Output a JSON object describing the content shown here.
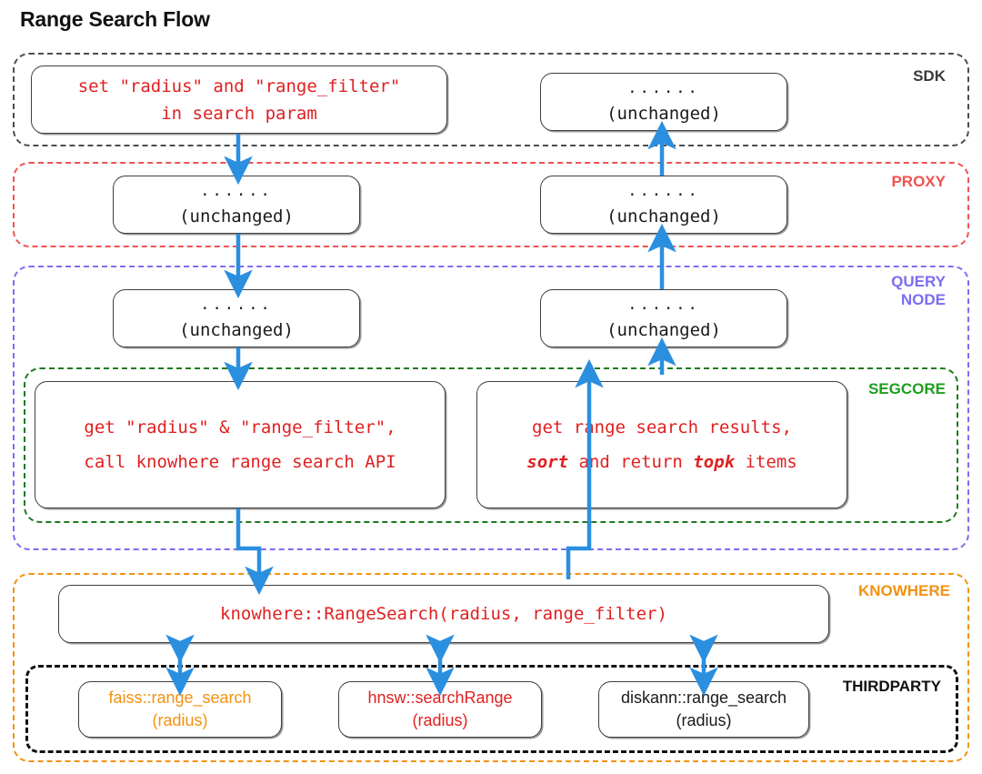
{
  "title": "Range Search Flow",
  "layers": [
    {
      "id": "sdk",
      "label": "SDK",
      "color": "#3a3a3a"
    },
    {
      "id": "proxy",
      "label": "PROXY",
      "color": "#ef5350"
    },
    {
      "id": "querynode",
      "label": "QUERY\nNODE",
      "color": "#7c6df2"
    },
    {
      "id": "segcore",
      "label": "SEGCORE",
      "color": "#1e9e1e"
    },
    {
      "id": "knowhere",
      "label": "KNOWHERE",
      "color": "#f29111"
    },
    {
      "id": "thirdparty",
      "label": "THIRDPARTY",
      "color": "#111111"
    }
  ],
  "nodes": {
    "sdk_left": {
      "line1": "set \"radius\" and \"range_filter\"",
      "line2": "in search param",
      "color": "#e02020"
    },
    "sdk_right": {
      "line1": "......",
      "line2": "(unchanged)",
      "color": "#1a1a1a"
    },
    "proxy_left": {
      "line1": "......",
      "line2": "(unchanged)",
      "color": "#1a1a1a"
    },
    "proxy_right": {
      "line1": "......",
      "line2": "(unchanged)",
      "color": "#1a1a1a"
    },
    "qn_left": {
      "line1": "......",
      "line2": "(unchanged)",
      "color": "#1a1a1a"
    },
    "qn_right": {
      "line1": "......",
      "line2": "(unchanged)",
      "color": "#1a1a1a"
    },
    "seg_left": {
      "line1": "get \"radius\" & \"range_filter\",",
      "line2": "call knowhere range search API",
      "color": "#e02020"
    },
    "seg_right": {
      "line1": "get range search results,",
      "line2_a": "sort",
      "line2_b": " and return ",
      "line2_c": "topk",
      "line2_d": " items",
      "color": "#e02020"
    },
    "knowhere": {
      "line1": "knowhere::RangeSearch(radius, range_filter)",
      "color": "#e02020"
    },
    "tp_faiss": {
      "line1": "faiss::range_search",
      "line2": "(radius)",
      "color": "#f29111"
    },
    "tp_hnsw": {
      "line1": "hnsw::searchRange",
      "line2": "(radius)",
      "color": "#e02020"
    },
    "tp_diskann": {
      "line1": "diskann::range_search",
      "line2": "(radius)",
      "color": "#1a1a1a"
    }
  },
  "arrow_color": "#2b8fe0"
}
